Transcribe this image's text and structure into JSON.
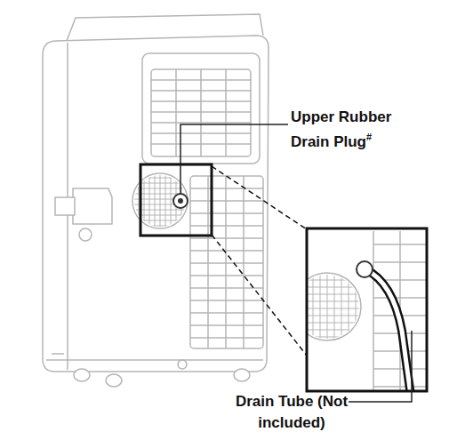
{
  "diagram": {
    "labels": [
      "Upper Rubber Drain Plug",
      "#",
      "Drain Tube (Not included)"
    ]
  }
}
